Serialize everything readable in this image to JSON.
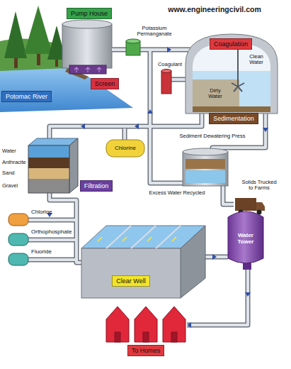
{
  "diagram": {
    "nodes": [
      {
        "text": [
          "Pump House"
        ]
      },
      {
        "text": [
          "Coagulation"
        ]
      },
      {
        "text": [
          "Screen"
        ]
      },
      {
        "text": [
          "Potomac River"
        ]
      },
      {
        "text": [
          "Sedimentation"
        ]
      },
      {
        "text": [
          "Filtration"
        ]
      },
      {
        "text": [
          "Water Tower"
        ]
      },
      {
        "text": [
          "Clear Well"
        ]
      },
      {
        "text": [
          "To Homes"
        ]
      }
    ],
    "labels": [
      "www.engineeringcivil.com",
      "Potassium Permanganate",
      "Clean Water",
      "Dirty Water",
      "Coagulant",
      "Chlorine",
      "Sediment Dewatering Press",
      "Solids Trucked to Farms",
      "Excess Water Recycled",
      "Water",
      "Anthracite",
      "Sand",
      "Gravel",
      "Chlorine",
      "Orthophosphate",
      "Fluoride"
    ]
  }
}
